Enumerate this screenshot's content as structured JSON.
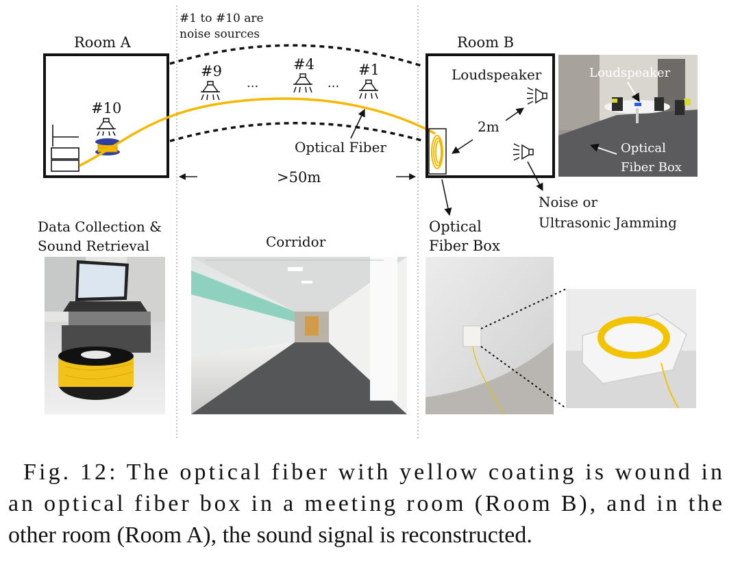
{
  "diagram": {
    "noise_note": [
      "#1 to #10 are",
      "noise sources"
    ],
    "room_a": "Room A",
    "room_b": "Room B",
    "source_10": "#10",
    "source_9": "#9",
    "source_4": "#4",
    "source_1": "#1",
    "ellipsis": "...",
    "loudspeaker": "Loudspeaker",
    "distance_room": "2m",
    "optical_fiber": "Optical Fiber",
    "distance_corridor": ">50m",
    "noise_jamming": [
      "Noise or",
      "Ultrasonic Jamming"
    ],
    "fiber_box": [
      "Optical",
      "Fiber Box"
    ],
    "data_collection": [
      "Data Collection &",
      "Sound Retrieval"
    ],
    "corridor": "Corridor"
  },
  "photo_labels": {
    "loudspeaker": "Loudspeaker",
    "fiber_box": [
      "Optical",
      "Fiber Box"
    ]
  },
  "caption": {
    "lines": [
      "Fig. 12: The optical fiber with yellow coating is wound in",
      "an optical fiber box in a meeting room (Room B), and in the",
      "other room (Room A), the sound signal is reconstructed."
    ]
  },
  "colors": {
    "fiber": "#f5b800",
    "spool_blue": "#2f3f9e",
    "ink": "#111111"
  }
}
